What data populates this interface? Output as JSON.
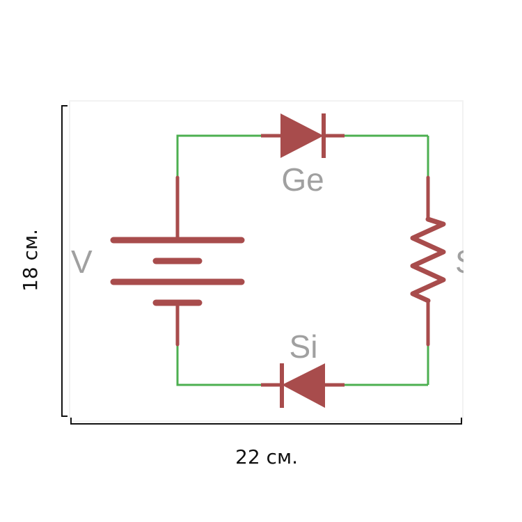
{
  "colors": {
    "wire": "#4caf50",
    "component": "#a84c4c",
    "label": "#a0a0a0",
    "dimension": "#111111"
  },
  "labels": {
    "top_diode": "Ge",
    "bottom_diode": "Si",
    "battery": "V",
    "resistor": "S"
  },
  "dimensions": {
    "height": "18 см.",
    "width": "22 см."
  }
}
